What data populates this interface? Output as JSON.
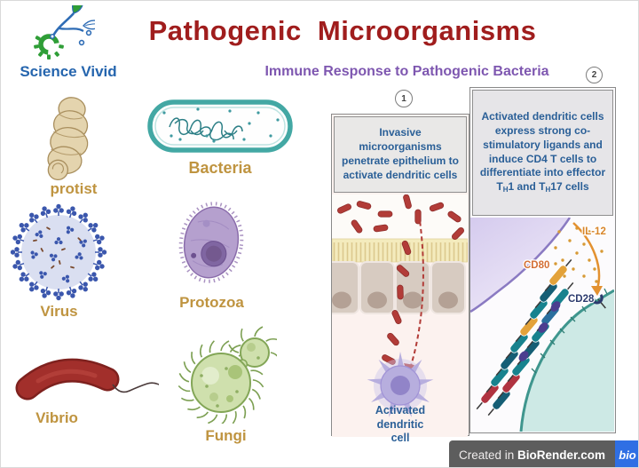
{
  "brand": {
    "name": "Science Vivid"
  },
  "title": "Pathogenic  Microorganisms",
  "subtitle": "Immune Response to Pathogenic Bacteria",
  "organisms": {
    "protist": "protist",
    "bacteria": "Bacteria",
    "virus": "Virus",
    "protozoa": "Protozoa",
    "vibrio": "Vibrio",
    "fungi": "Fungi"
  },
  "step1": {
    "number": "1",
    "caption": "Invasive microorganisms penetrate epithelium to activate dendritic cells",
    "cell_label": "Activated\ndendritic\ncell"
  },
  "step2": {
    "number": "2",
    "caption_parts": [
      "Activated dendritic cells express strong co-stimulatory ligands and induce CD4 T cells to differentiate into effector T",
      "H",
      "1 and T",
      "H",
      "17 cells"
    ],
    "labels": {
      "il12": "IL-12",
      "cd80": "CD80",
      "cd28": "CD28"
    }
  },
  "footer": {
    "created_in": "Created in ",
    "brand": "BioRender.com",
    "logo": "bio"
  },
  "colors": {
    "title_red": "#a01d1d",
    "subtitle_purple": "#7e57b0",
    "brand_blue": "#2565ae",
    "organism_label_gold": "#bf9440",
    "panel_caption_blue": "#2a5f97",
    "bacteria_teal": "#43a8a4",
    "vibrio_red": "#a22f2b",
    "dendritic_purple": "#b7aede",
    "t_cell_teal": "#cde9e5",
    "il12_orange": "#d8862b",
    "cd80_orange": "#d47035",
    "cd28_navy": "#2c3a6e",
    "badge_gray": "#5d5d5d",
    "badge_blue": "#2f6fe4"
  }
}
